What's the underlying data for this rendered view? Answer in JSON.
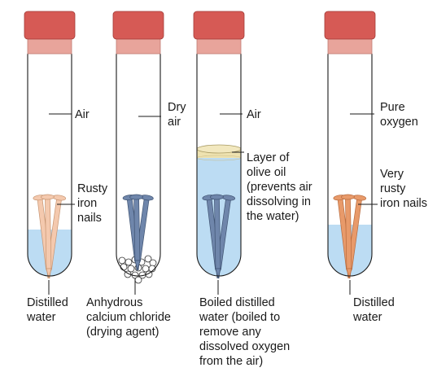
{
  "labels": {
    "t1_air": "Air",
    "t1_nails": [
      "Rusty",
      "iron",
      "nails"
    ],
    "t1_water": [
      "Distilled",
      "water"
    ],
    "t2_air": [
      "Dry",
      "air"
    ],
    "t2_chem": [
      "Anhydrous",
      "calcium chloride",
      "(drying agent)"
    ],
    "t3_air": "Air",
    "t3_oil": [
      "Layer of",
      "olive oil",
      "(prevents air",
      "dissolving in",
      "the water)"
    ],
    "t3_water": [
      "Boiled distilled",
      "water (boiled to",
      "remove any",
      "dissolved oxygen",
      "from the air)"
    ],
    "t4_oxygen": [
      "Pure",
      "oxygen"
    ],
    "t4_nails": [
      "Very",
      "rusty",
      "iron nails"
    ],
    "t4_water": [
      "Distilled",
      "water"
    ]
  },
  "colors": {
    "stopper_top": "#d65a55",
    "stopper_bottom": "#e8a49b",
    "water": "#bcdcf3",
    "olive_oil": "#eee2b0",
    "rusty_nail": "#f4c9ae",
    "very_rusty_nail": "#e89a6a",
    "clean_nail": "#6f86ab"
  }
}
